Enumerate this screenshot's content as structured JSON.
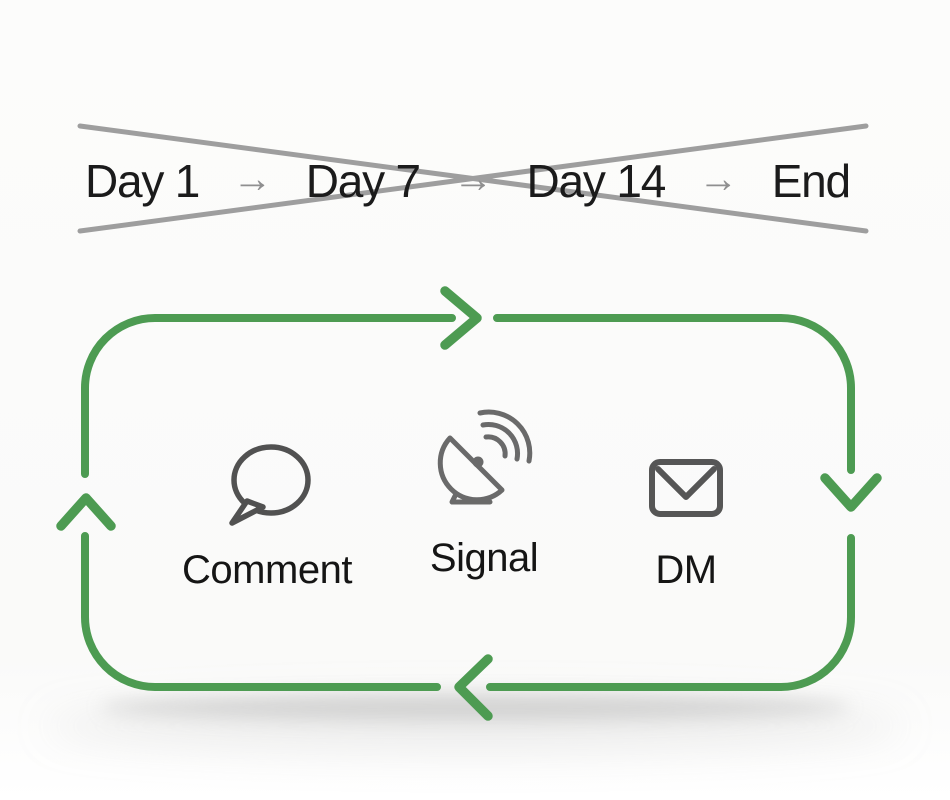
{
  "timeline": {
    "steps": [
      {
        "label": "Day 1"
      },
      {
        "label": "Day 7"
      },
      {
        "label": "Day 14"
      },
      {
        "label": "End"
      }
    ],
    "arrow_glyph": "→",
    "crossed_out": true
  },
  "loop": {
    "direction": "clockwise",
    "items": [
      {
        "label": "Comment",
        "icon": "speech-bubble-icon"
      },
      {
        "label": "Signal",
        "icon": "satellite-dish-icon"
      },
      {
        "label": "DM",
        "icon": "envelope-icon"
      }
    ]
  },
  "colors": {
    "loop_green": "#4d9b52",
    "cross_gray": "#9e9e9e",
    "timeline_arrow_gray": "#8f8f8f",
    "text_black": "#1b1b1b",
    "icon_dark_gray": "#515151",
    "icon_mid_gray": "#6a6a6a",
    "background": "#fbfbfa"
  }
}
